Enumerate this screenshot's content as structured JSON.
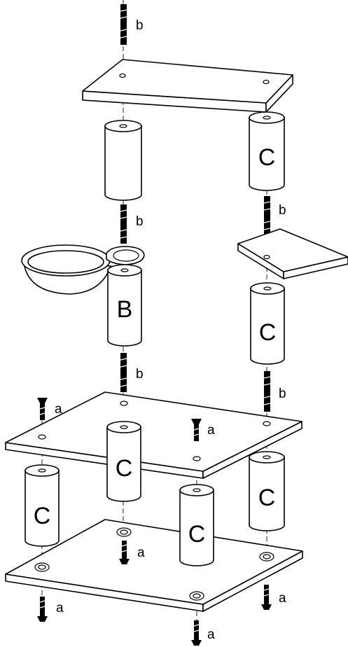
{
  "labels": {
    "screw_a": "a",
    "screw_b": "b",
    "standoff_B": "B",
    "standoff_C": "C"
  }
}
